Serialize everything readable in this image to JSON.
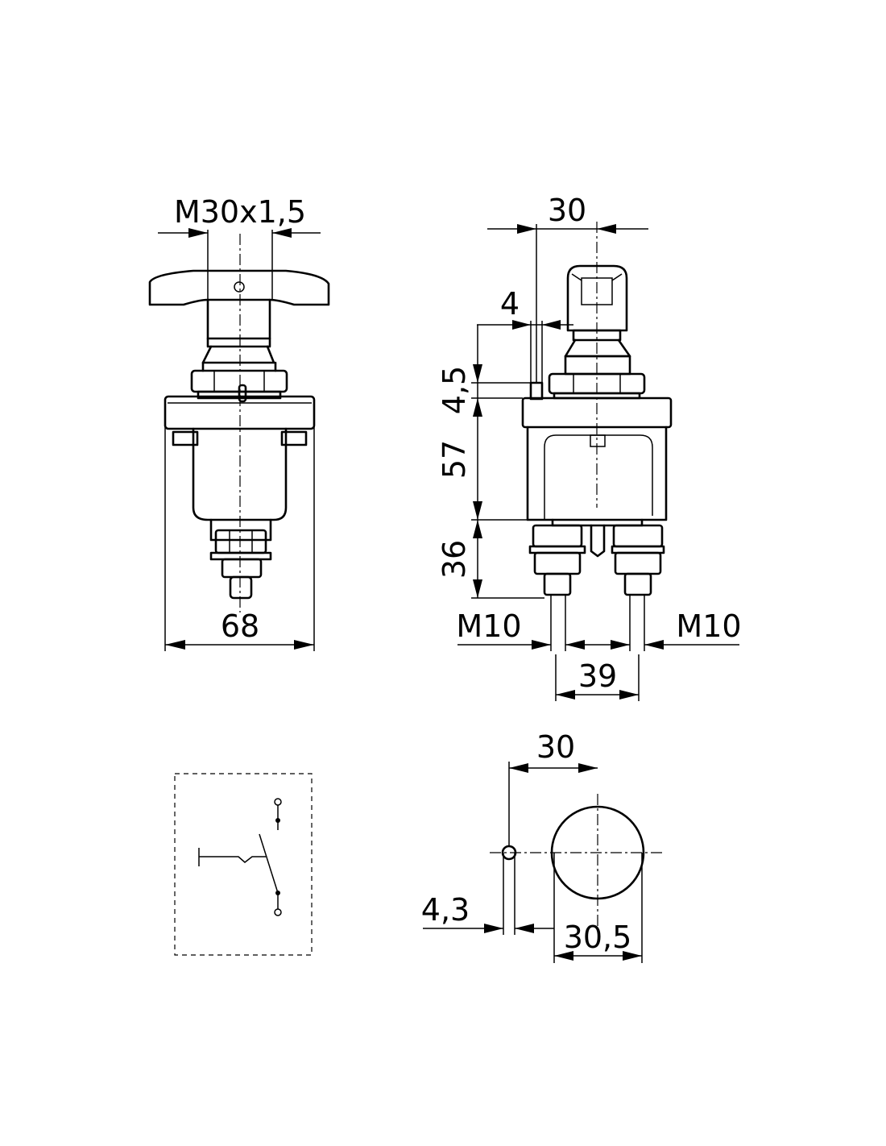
{
  "front_view": {
    "thread_label": "M30x1,5",
    "width_label": "68"
  },
  "side_view": {
    "width_label": "30",
    "tab_label": "4",
    "height_top_label": "4,5",
    "height_body_label": "57",
    "height_terminal_label": "36",
    "terminal_left_label": "M10",
    "terminal_right_label": "M10",
    "terminal_spacing_label": "39"
  },
  "panel_cutout": {
    "offset_label": "30",
    "pin_hole_label": "4,3",
    "hole_diameter_label": "30,5"
  }
}
